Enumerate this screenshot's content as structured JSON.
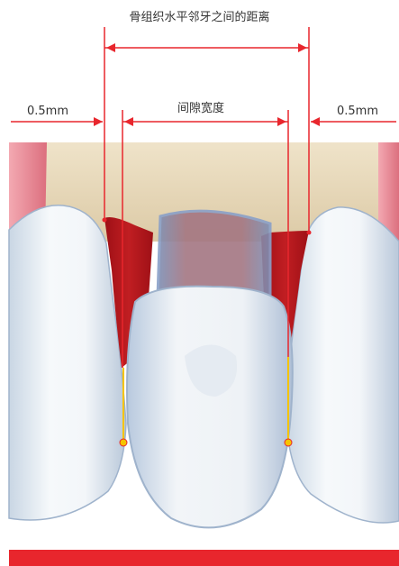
{
  "labels": {
    "bone_distance": "骨组织水平邻牙之间的距离",
    "gap_width": "间隙宽度",
    "left_offset": "0.5mm",
    "right_offset": "0.5mm"
  },
  "colors": {
    "annotation_red": "#e8262d",
    "gum_red": "#b5161c",
    "bone": "#e6d6b8",
    "tooth": "#eef3f7",
    "implant_overlay": "#9c5a6a",
    "marker_yellow": "#f5c400",
    "gingiva_pink": "#e98d9a"
  }
}
